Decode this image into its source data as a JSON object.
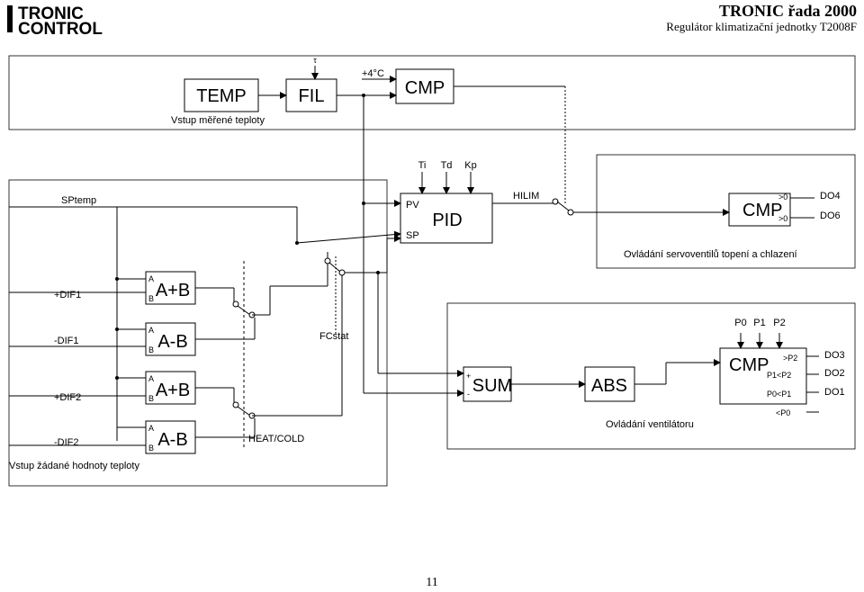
{
  "header": {
    "logo": {
      "line1": "TRONIC",
      "line2": "CONTROL"
    },
    "title": "TRONIC řada 2000",
    "subtitle": "Regulátor klimatizační jednotky T2008F"
  },
  "top_section": {
    "temp_block": "TEMP",
    "fil_block": "FIL",
    "tau": "τ",
    "plus4c": "+4°C",
    "cmp_block": "CMP",
    "caption": "Vstup měřené teploty"
  },
  "middle_section": {
    "ti": "Ti",
    "td": "Td",
    "kp": "Kp",
    "sptemp": "SPtemp",
    "pid_block": "PID",
    "pv": "PV",
    "sp": "SP",
    "hilim": "HILIM",
    "cmp_block": "CMP",
    "gt0_a": ">0",
    "gt0_b": ">0",
    "do4": "DO4",
    "do6": "DO6",
    "servo_caption": "Ovládání servoventilů topení a chlazení"
  },
  "lower_section": {
    "dif_labels": [
      "+DIF1",
      "-DIF1",
      "+DIF2",
      "-DIF2"
    ],
    "block_ops": [
      "A+B",
      "A-B",
      "A+B",
      "A-B"
    ],
    "port_a": "A",
    "port_b": "B",
    "fcstat": "FCstat",
    "heat_cold": "HEAT/COLD",
    "caption": "Vstup žádané hodnoty teploty"
  },
  "fan_section": {
    "sum_block": "SUM",
    "plus": "+",
    "minus": "-",
    "abs_block": "ABS",
    "cmp_block": "CMP",
    "p0": "P0",
    "p1": "P1",
    "p2": "P2",
    "gt_p2": ">P2",
    "p1_lt_p2": "P1<P2",
    "p0_lt_p1": "P0<P1",
    "lt_p0": "<P0",
    "do3": "DO3",
    "do2": "DO2",
    "do1": "DO1",
    "caption": "Ovládání ventilátoru"
  },
  "page_number": "11"
}
